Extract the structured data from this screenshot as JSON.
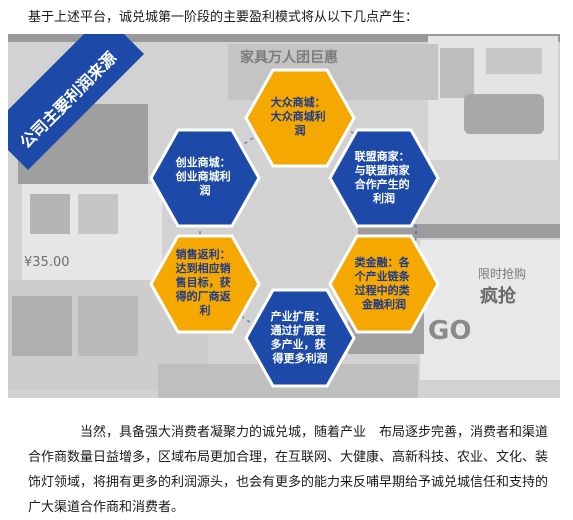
{
  "intro": "基于上述平台，诚兑城第一阶段的主要盈利模式将从以下几点产生：",
  "figure": {
    "banner": "公司主要利润来源",
    "background_texts": [
      "家具万人团巨惠",
      "¥35.00",
      "限时抢购",
      "疯抢",
      "GO"
    ],
    "hexagons": [
      {
        "id": "mass",
        "lines": [
          "大众商城：",
          "大众商城利",
          "润"
        ],
        "color": "#f5a800"
      },
      {
        "id": "alliance",
        "lines": [
          "联盟商家：",
          "与联盟商家",
          "合作产生的",
          "利润"
        ],
        "color": "#1d4aa8"
      },
      {
        "id": "finance",
        "lines": [
          "类金融：各",
          "个产业链条",
          "过程中的类",
          "金融利润"
        ],
        "color": "#f5a800"
      },
      {
        "id": "industry",
        "lines": [
          "产业扩展：",
          "通过扩展更",
          "多产业，获",
          "得更多利润"
        ],
        "color": "#1d4aa8"
      },
      {
        "id": "rebate",
        "lines": [
          "销售返利：",
          "达到相应销",
          "售目标，获",
          "得的厂商返",
          "利"
        ],
        "color": "#f5a800"
      },
      {
        "id": "startup",
        "lines": [
          "创业商城：",
          "创业商城利",
          "润"
        ],
        "color": "#1d4aa8"
      }
    ],
    "colors": {
      "blue": "#1d4aa8",
      "yellow": "#f5a800",
      "gray": "#d6d6d6"
    }
  },
  "body": "当然，具备强大消费者凝聚力的诚兑城，随着产业　布局逐步完善，消费者和渠道合作商数量日益增多，区域布局更加合理，在互联网、大健康、高新科技、农业、文化、装饰灯领域，将拥有更多的利润源头，也会有更多的能力来反哺早期给予诚兑城信任和支持的广大渠道合作商和消费者。"
}
